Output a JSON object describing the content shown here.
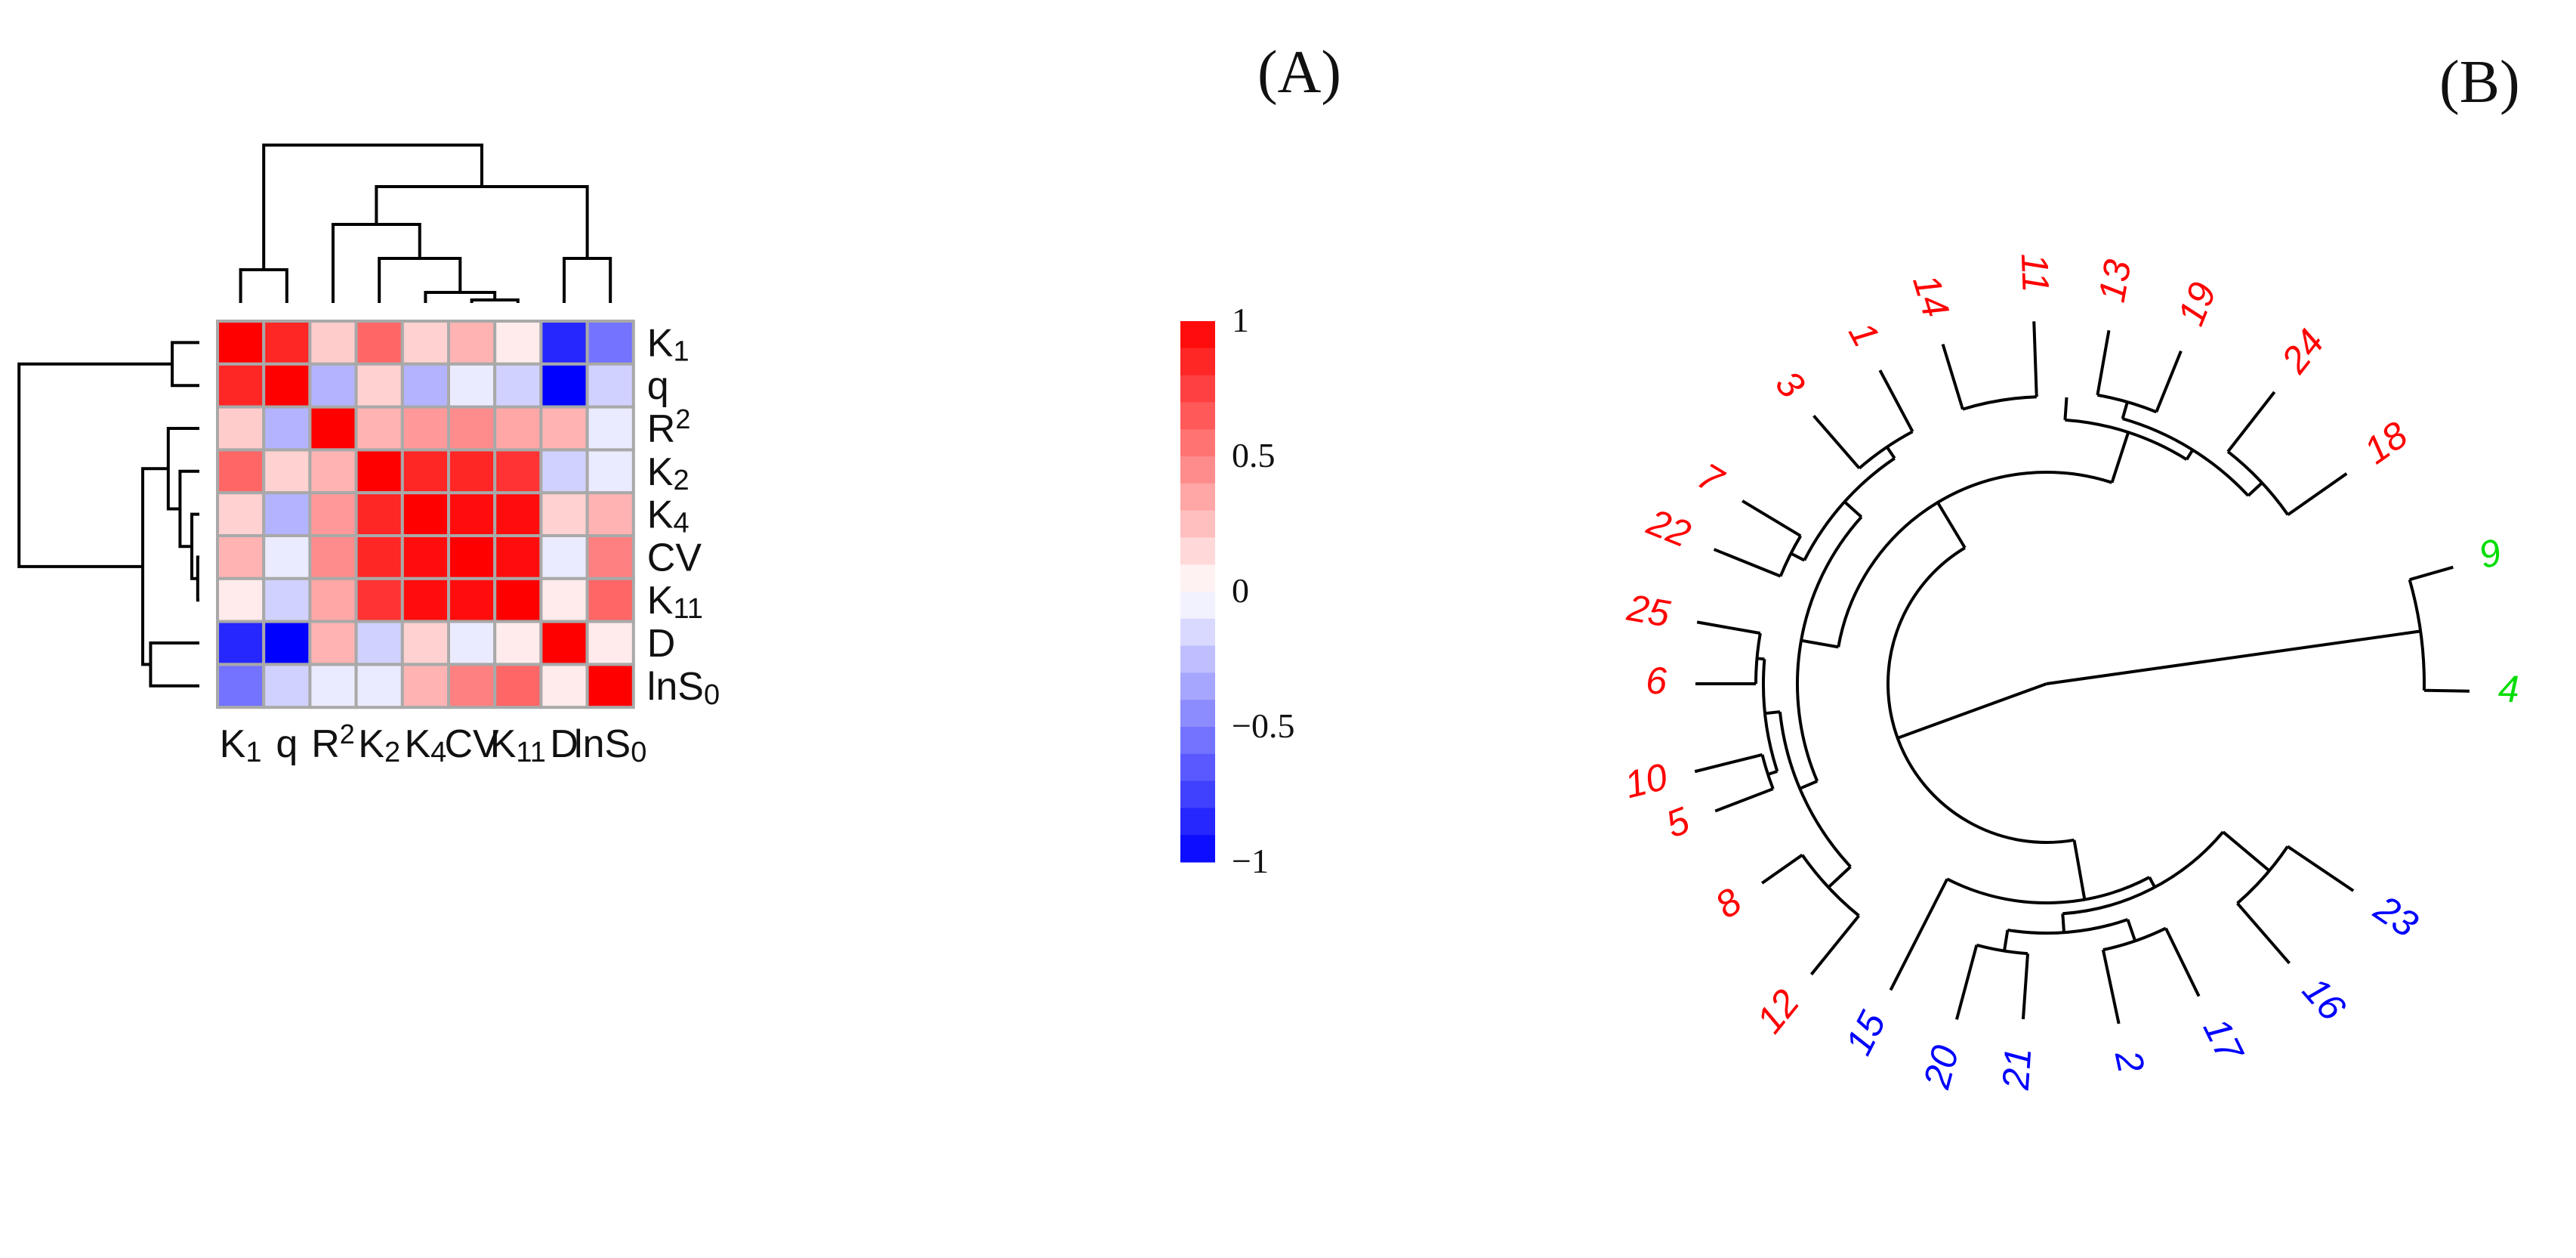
{
  "panel_labels": {
    "a": "(A)",
    "b": "(B)"
  },
  "colors": {
    "negative": "#0000ff",
    "neutral": "#ffffff",
    "positive": "#ff0000",
    "grid": "#a9a9a9",
    "cluster_red": "#ff0000",
    "cluster_green": "#00dd00",
    "cluster_blue": "#0000ff"
  },
  "chart_data": [
    {
      "type": "heatmap",
      "title": "",
      "row_labels": [
        "K1",
        "q",
        "R2",
        "K2",
        "K4",
        "CV",
        "K11",
        "D",
        "lnS0"
      ],
      "col_labels": [
        "K1",
        "q",
        "R2",
        "K2",
        "K4",
        "CV",
        "K11",
        "D",
        "lnS0"
      ],
      "values": [
        [
          1.0,
          0.85,
          0.2,
          0.6,
          0.18,
          0.3,
          0.08,
          -0.85,
          -0.55
        ],
        [
          0.85,
          1.0,
          -0.3,
          0.18,
          -0.3,
          -0.08,
          -0.18,
          -1.0,
          -0.18
        ],
        [
          0.2,
          -0.3,
          1.0,
          0.3,
          0.4,
          0.45,
          0.35,
          0.3,
          -0.08
        ],
        [
          0.6,
          0.18,
          0.3,
          1.0,
          0.85,
          0.85,
          0.8,
          -0.18,
          -0.08
        ],
        [
          0.18,
          -0.3,
          0.4,
          0.85,
          1.0,
          0.95,
          0.95,
          0.18,
          0.3
        ],
        [
          0.3,
          -0.08,
          0.45,
          0.85,
          0.95,
          1.0,
          0.95,
          -0.08,
          0.5
        ],
        [
          0.08,
          -0.18,
          0.35,
          0.8,
          0.95,
          0.95,
          1.0,
          0.08,
          0.6
        ],
        [
          -0.85,
          -1.0,
          0.3,
          -0.18,
          0.18,
          -0.08,
          0.08,
          1.0,
          0.08
        ],
        [
          -0.55,
          -0.18,
          -0.08,
          -0.08,
          0.3,
          0.5,
          0.6,
          0.08,
          1.0
        ]
      ],
      "color_scale": {
        "min": -1,
        "max": 1,
        "tick_labels": [
          "1",
          "0.5",
          "0",
          "−0.5",
          "−1"
        ]
      }
    },
    {
      "type": "dendrogram",
      "layout": "circular",
      "leaves": [
        {
          "label": "9",
          "cluster": "green"
        },
        {
          "label": "4",
          "cluster": "green"
        },
        {
          "label": "23",
          "cluster": "blue"
        },
        {
          "label": "16",
          "cluster": "blue"
        },
        {
          "label": "17",
          "cluster": "blue"
        },
        {
          "label": "2",
          "cluster": "blue"
        },
        {
          "label": "21",
          "cluster": "blue"
        },
        {
          "label": "20",
          "cluster": "blue"
        },
        {
          "label": "15",
          "cluster": "blue"
        },
        {
          "label": "12",
          "cluster": "red"
        },
        {
          "label": "8",
          "cluster": "red"
        },
        {
          "label": "5",
          "cluster": "red"
        },
        {
          "label": "10",
          "cluster": "red"
        },
        {
          "label": "6",
          "cluster": "red"
        },
        {
          "label": "25",
          "cluster": "red"
        },
        {
          "label": "22",
          "cluster": "red"
        },
        {
          "label": "7",
          "cluster": "red"
        },
        {
          "label": "3",
          "cluster": "red"
        },
        {
          "label": "1",
          "cluster": "red"
        },
        {
          "label": "14",
          "cluster": "red"
        },
        {
          "label": "11",
          "cluster": "red"
        },
        {
          "label": "13",
          "cluster": "red"
        },
        {
          "label": "19",
          "cluster": "red"
        },
        {
          "label": "24",
          "cluster": "red"
        },
        {
          "label": "18",
          "cluster": "red"
        }
      ]
    }
  ]
}
